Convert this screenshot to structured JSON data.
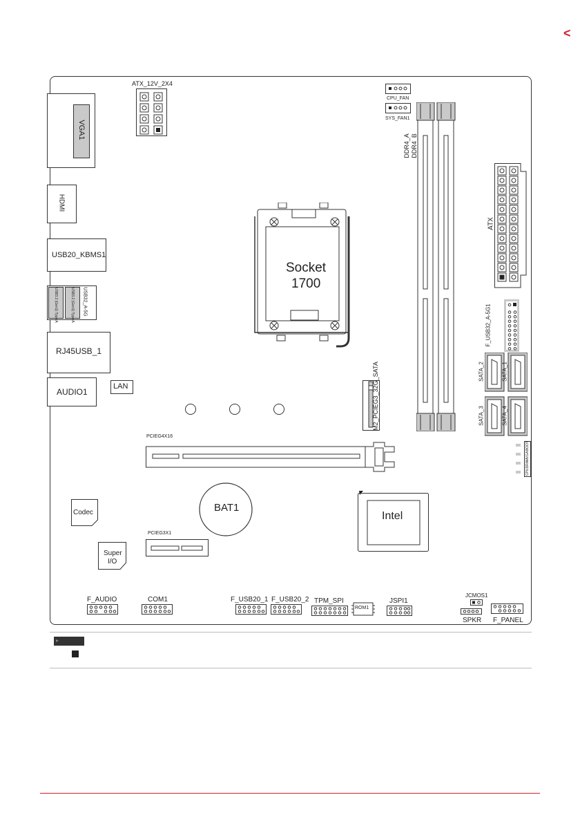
{
  "page": {
    "nav_chevron": "<",
    "accent_color": "#d0202a"
  },
  "board": {
    "vga": "VGA1",
    "hdmi": "HDMI",
    "usb20_kbms": "USB20_KBMS1",
    "usb32_a": "USB32_A-5G",
    "usb_port_labels": [
      "USB3.2 (Gen1) Type A",
      "USB3.2 (Gen1) Type A"
    ],
    "rj45": "RJ45USB_1",
    "audio": "AUDIO1",
    "lan": "LAN",
    "atx12v": "ATX_12V_2X4",
    "cpu_fan": "CPU_FAN",
    "sys_fan": "SYS_FAN1",
    "ddr4_a": "DDR4_A",
    "ddr4_b": "DDR4_B",
    "atx": "ATX",
    "socket_line1": "Socket",
    "socket_line2": "1700",
    "f_usb32": "F_USB32_A-5G1",
    "sata1": "SATA_1",
    "sata2": "SATA_2",
    "sata3": "SATA_3",
    "sata4": "SATA_4",
    "m2": "M2_PCIEG3_32G_SATA",
    "pcie_x16": "PCIEG4X16",
    "debug_leds": [
      "CPU",
      "DRAM",
      "VGA",
      "BOOT"
    ],
    "bat": "BAT1",
    "codec": "Codec",
    "pcie_x1": "PCIEG3X1",
    "intel": "Intel",
    "superio_line1": "Super",
    "superio_line2": "I/O",
    "f_audio": "F_AUDIO",
    "com1": "COM1",
    "f_usb20_1": "F_USB20_1",
    "f_usb20_2": "F_USB20_2",
    "tpm_spi": "TPM_SPI",
    "rom1": "ROM1",
    "jspi1": "JSPI1",
    "jcmos1": "JCMOS1",
    "spkr": "SPKR",
    "f_panel": "F_PANEL"
  }
}
